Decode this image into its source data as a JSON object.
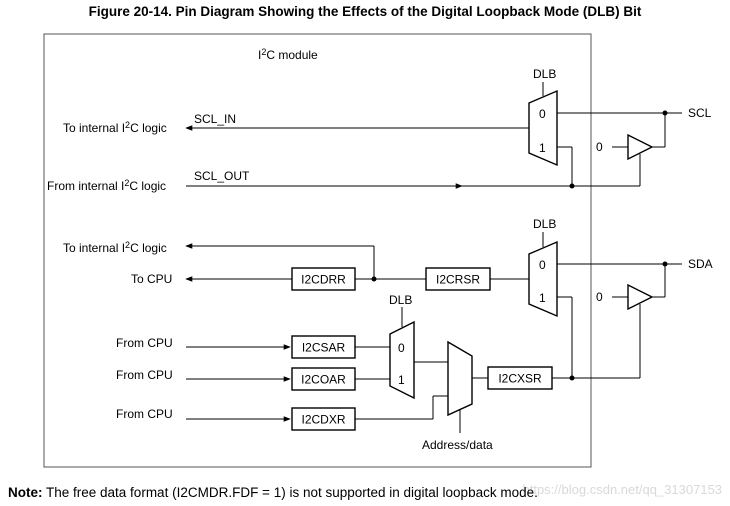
{
  "title": "Figure 20-14. Pin Diagram Showing the Effects of the Digital Loopback Mode (DLB) Bit",
  "module_label": {
    "prefix": "I",
    "sup": "2",
    "suffix": "C module"
  },
  "left_labels": {
    "to_internal_1": {
      "prefix": "To internal I",
      "sup": "2",
      "suffix": "C logic"
    },
    "from_internal": {
      "prefix": "From internal I",
      "sup": "2",
      "suffix": "C logic"
    },
    "to_internal_2": {
      "prefix": "To internal I",
      "sup": "2",
      "suffix": "C logic"
    },
    "to_cpu": "To CPU",
    "from_cpu_1": "From CPU",
    "from_cpu_2": "From CPU",
    "from_cpu_3": "From CPU"
  },
  "signals": {
    "scl_in": "SCL_IN",
    "scl_out": "SCL_OUT"
  },
  "pins": {
    "scl": "SCL",
    "sda": "SDA"
  },
  "mux": {
    "dlb": "DLB",
    "in0": "0",
    "in1": "1"
  },
  "buffer_input": "0",
  "registers": {
    "i2cdrr": "I2CDRR",
    "i2crsr": "I2CRSR",
    "i2csar": "I2CSAR",
    "i2coar": "I2COAR",
    "i2cdxr": "I2CDXR",
    "i2cxsr": "I2CXSR"
  },
  "address_data": "Address/data",
  "note": {
    "label": "Note:",
    "text": " The free data format (I2CMDR.FDF = 1) is not supported in digital loopback mode."
  },
  "watermark": "https://blog.csdn.net/qq_31307153"
}
